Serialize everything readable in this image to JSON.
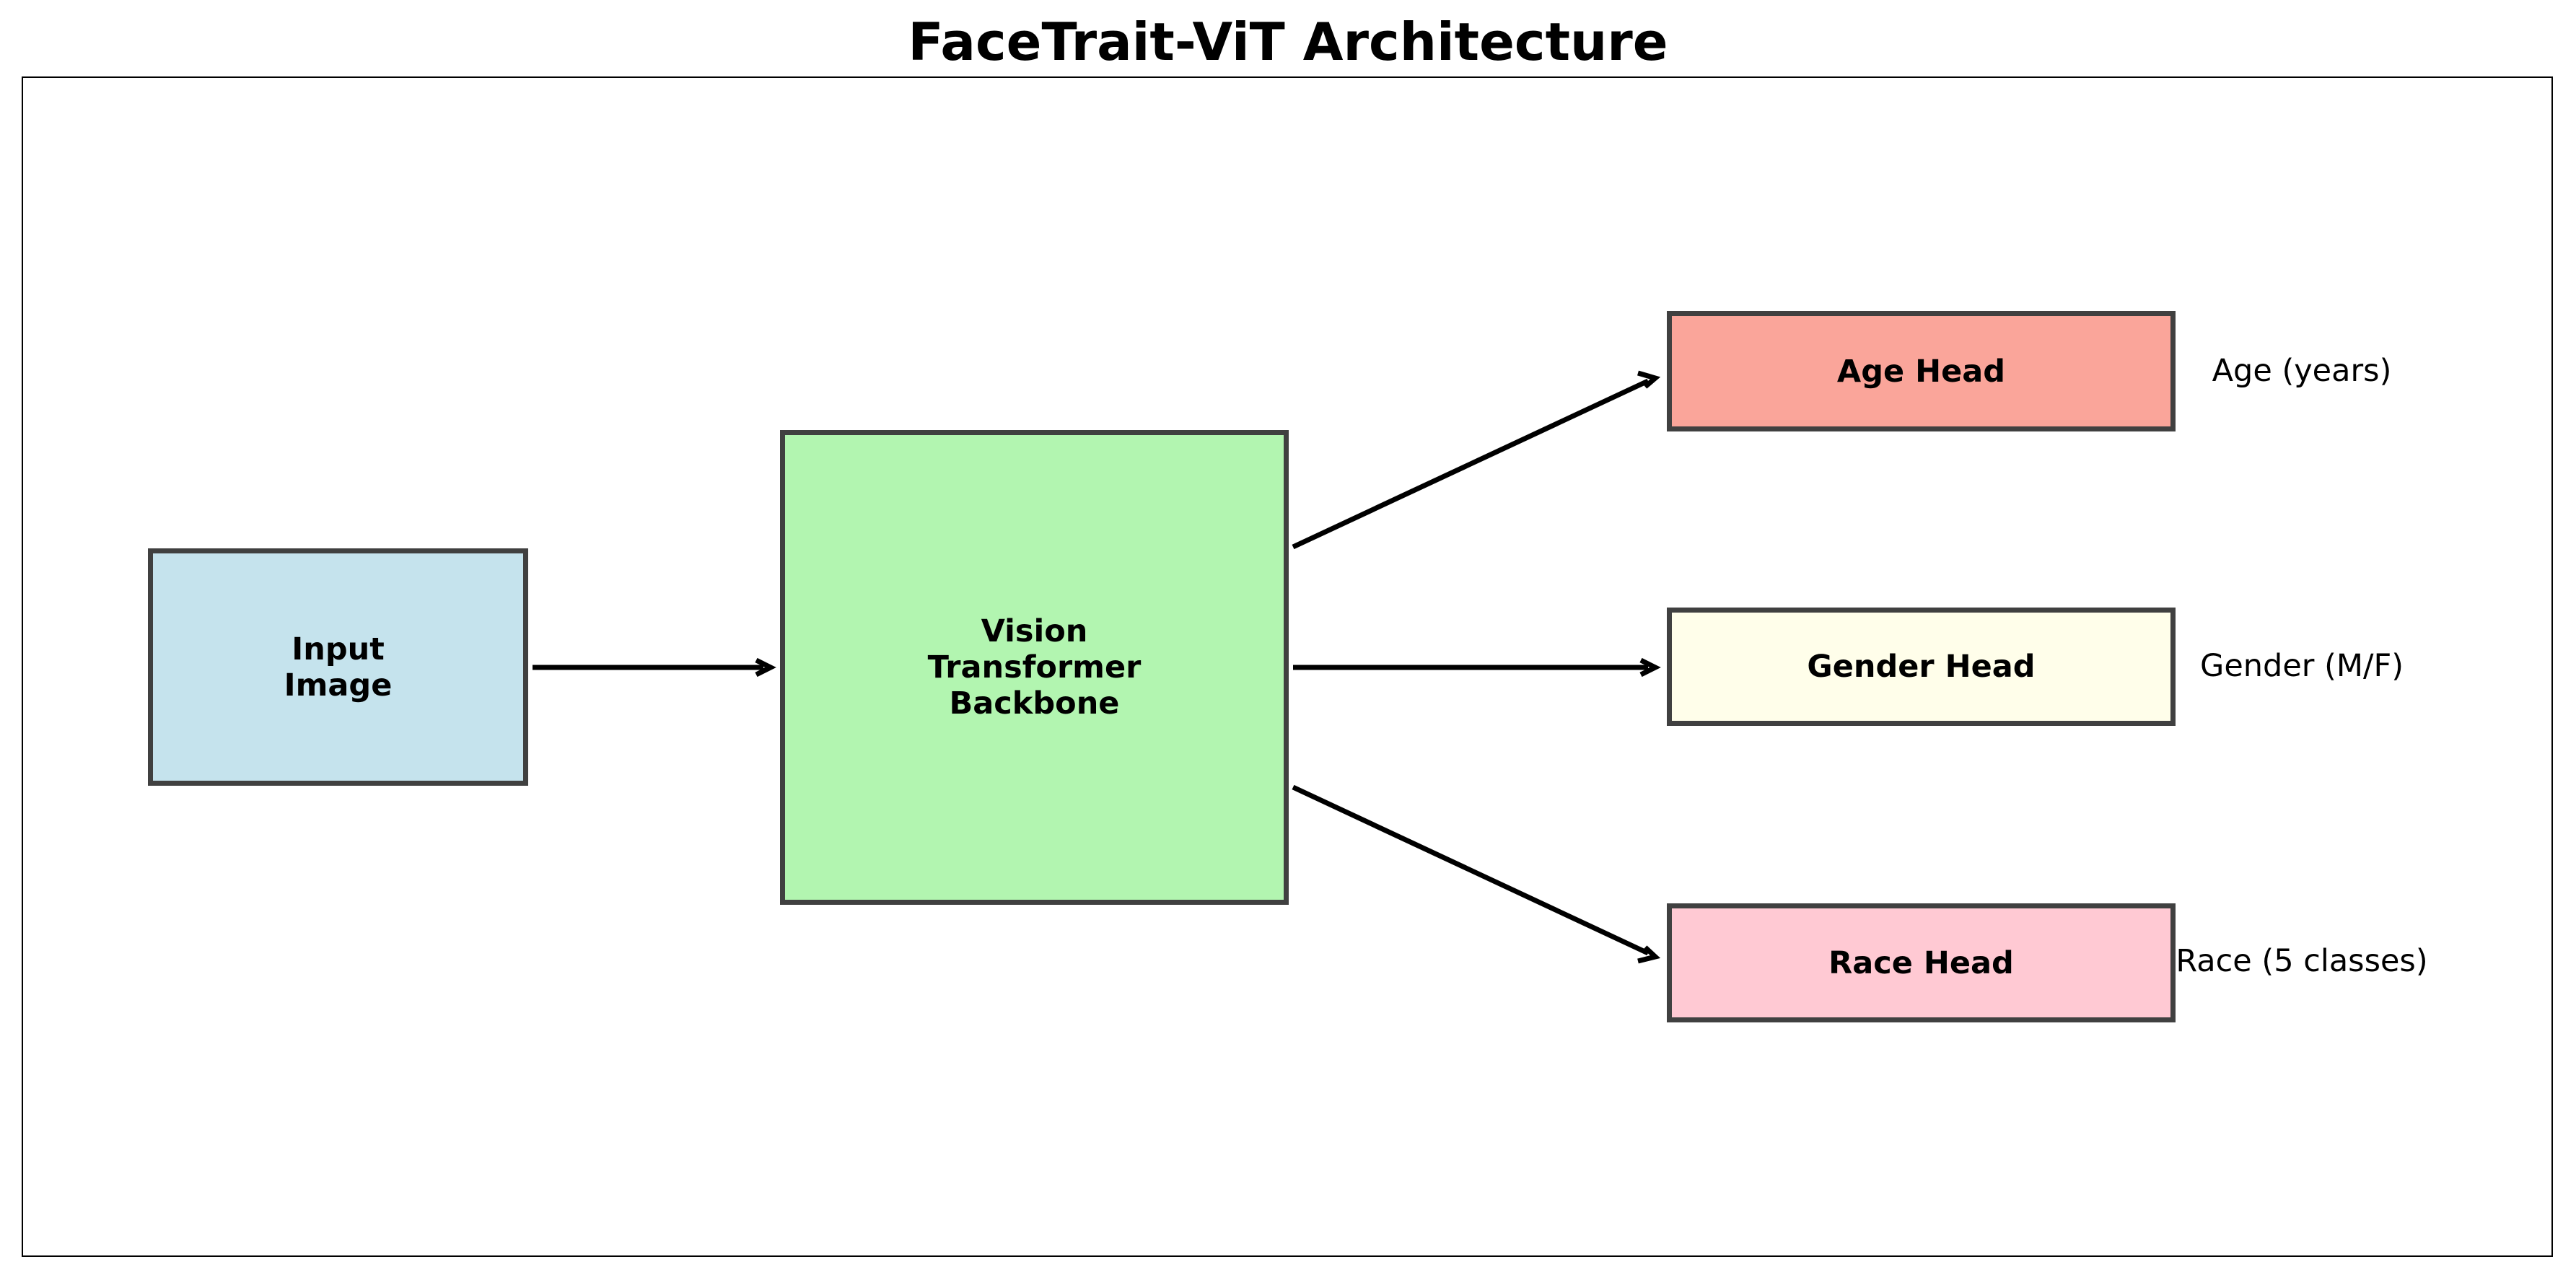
{
  "title": "FaceTrait-ViT Architecture",
  "nodes": {
    "input": {
      "label": "Input\nImage",
      "color": "#c5e3ed"
    },
    "backbone": {
      "label": "Vision\nTransformer\nBackbone",
      "color": "#b2f5b0"
    },
    "age_head": {
      "label": "Age Head",
      "color": "#faa59a"
    },
    "gender_head": {
      "label": "Gender Head",
      "color": "#fffeea"
    },
    "race_head": {
      "label": "Race Head",
      "color": "#ffc9d3"
    }
  },
  "outputs": {
    "age": "Age (years)",
    "gender": "Gender (M/F)",
    "race": "Race (5 classes)"
  },
  "edges": [
    {
      "from": "input",
      "to": "backbone"
    },
    {
      "from": "backbone",
      "to": "age_head"
    },
    {
      "from": "backbone",
      "to": "gender_head"
    },
    {
      "from": "backbone",
      "to": "race_head"
    }
  ]
}
